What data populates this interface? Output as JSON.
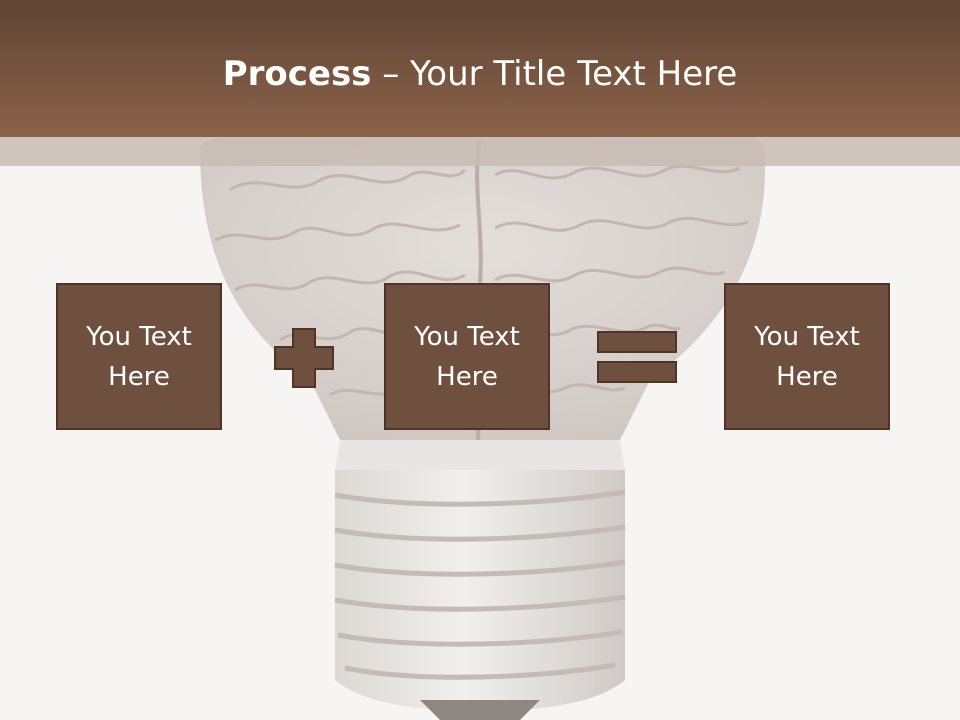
{
  "title": {
    "bold": "Process",
    "rest": " – Your Title Text Here"
  },
  "boxes": [
    {
      "text": "You Text Here"
    },
    {
      "text": "You Text Here"
    },
    {
      "text": "You Text Here"
    }
  ],
  "colors": {
    "title_bar": "#7a5540",
    "box_fill": "#6f4f3e",
    "box_border": "#4e3528",
    "background": "#f7f5f3"
  },
  "icons": {
    "operator_1": "plus-icon",
    "operator_2": "equals-icon"
  }
}
